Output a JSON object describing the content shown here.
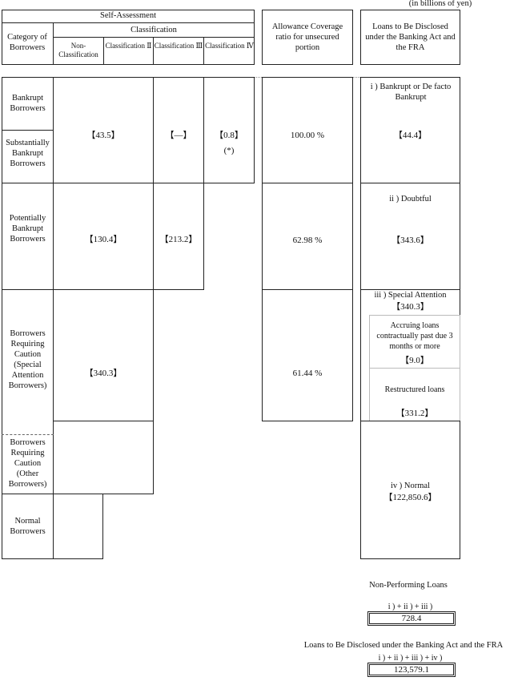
{
  "unit_note": "(in billions of yen)",
  "header": {
    "self_assessment": "Self-Assessment",
    "classification": "Classification",
    "category_of_borrowers": "Category of Borrowers",
    "non_classification": "Non-Classification",
    "classification_2": "Classification Ⅱ",
    "classification_3": "Classification Ⅲ",
    "classification_4": "Classification Ⅳ",
    "allowance": "Allowance Coverage ratio for unsecured portion",
    "disclosed": "Loans to Be Disclosed under the Banking Act and the FRA"
  },
  "categories": {
    "bankrupt": "Bankrupt Borrowers",
    "substantially_bankrupt": "Substantially Bankrupt Borrowers",
    "potentially_bankrupt": "Potentially Bankrupt Borrowers",
    "requiring_caution_special": "Borrowers Requiring Caution (Special Attention Borrowers)",
    "requiring_caution_other": "Borrowers Requiring Caution (Other Borrowers)",
    "normal": "Normal Borrowers"
  },
  "values": {
    "bankrupt_group": {
      "nc_ii": "【43.5】",
      "iii": "【—】",
      "iv": "【0.8】",
      "iv_note": "(*)",
      "ratio": "100.00 %"
    },
    "potentially": {
      "nc_ii": "【130.4】",
      "iii": "【213.2】",
      "ratio": "62.98 %"
    },
    "special": {
      "nc_ii": "【340.3】",
      "ratio": "61.44 %"
    }
  },
  "disclosure": {
    "i_label": "i ) Bankrupt or De facto Bankrupt",
    "i_value": "【44.4】",
    "ii_label": "ii ) Doubtful",
    "ii_value": "【343.6】",
    "iii_label": "iii ) Special Attention",
    "iii_value": "【340.3】",
    "accruing_label": "Accruing loans contractually past due 3 months or more",
    "accruing_value": "【9.0】",
    "restructured_label": "Restructured loans",
    "restructured_value": "【331.2】",
    "iv_label": "iv ) Normal",
    "iv_value": "【122,850.6】"
  },
  "totals": {
    "npl_title": "Non-Performing Loans",
    "npl_formula": "i ) + ii ) + iii )",
    "npl_value": "728.4",
    "all_title": "Loans to Be Disclosed under the Banking Act and the FRA",
    "all_formula": "i ) + ii ) + iii ) + iv )",
    "all_value": "123,579.1"
  }
}
